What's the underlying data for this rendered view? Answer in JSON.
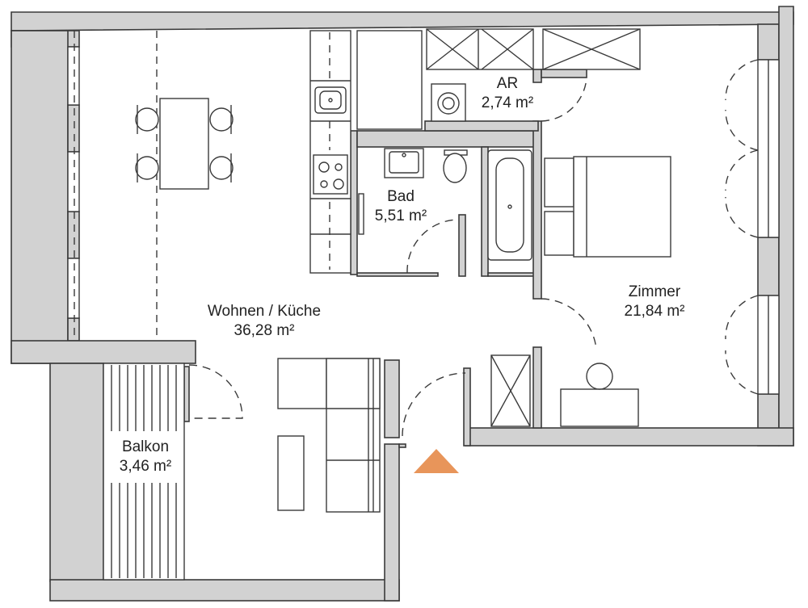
{
  "rooms": {
    "wohnen": {
      "name": "Wohnen / Küche",
      "area": "36,28 m²"
    },
    "bad": {
      "name": "Bad",
      "area": "5,51 m²"
    },
    "ar": {
      "name": "AR",
      "area": "2,74 m²"
    },
    "zimmer": {
      "name": "Zimmer",
      "area": "21,84 m²"
    },
    "balkon": {
      "name": "Balkon",
      "area": "3,46 m²"
    }
  },
  "colors": {
    "wall_fill": "#d2d2d2",
    "line": "#3a3a3a",
    "entrance_marker": "#e8955a"
  },
  "icons": {
    "entrance": "entrance-triangle-icon"
  }
}
